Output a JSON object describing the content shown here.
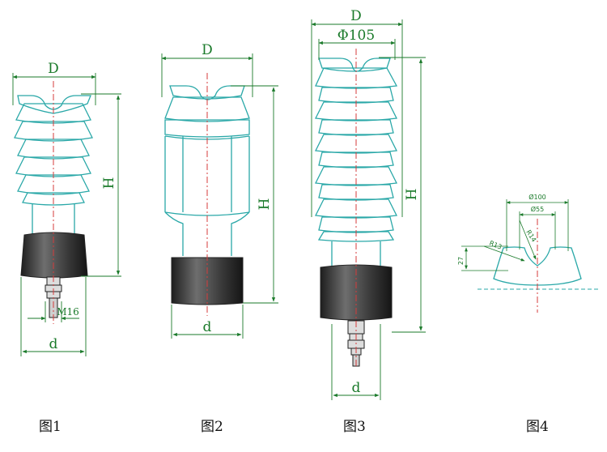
{
  "figures": [
    {
      "caption": "图1",
      "dims": {
        "D": "D",
        "H": "H",
        "d": "d",
        "M": "M16"
      }
    },
    {
      "caption": "图2",
      "dims": {
        "D": "D",
        "H": "H",
        "d": "d"
      }
    },
    {
      "caption": "图3",
      "dims": {
        "D": "D",
        "phi": "Φ105",
        "H": "H",
        "d": "d"
      }
    },
    {
      "caption": "图4",
      "dims": {
        "d100": "Ø100",
        "d55": "Ø55",
        "r14": "R14",
        "r13": "R13",
        "h27": "27"
      }
    }
  ],
  "colors": {
    "dimension": "#1a7a2a",
    "outline": "#2aa8a8",
    "centerline": "#d63b3b",
    "base": "#3a3a3a"
  }
}
